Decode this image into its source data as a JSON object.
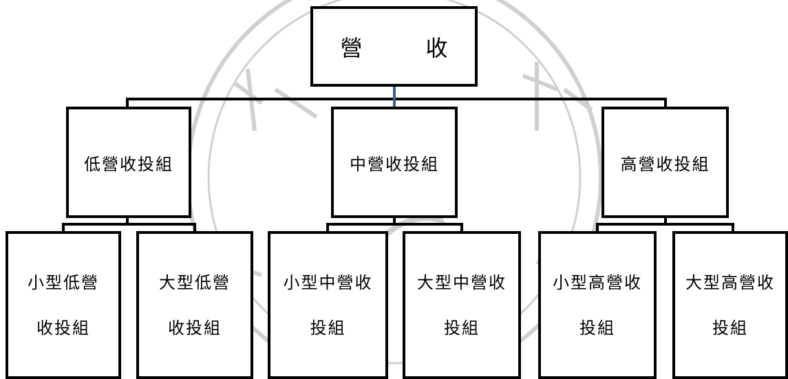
{
  "colors": {
    "border": "#000000",
    "connector": "#000000",
    "root_connector": "#3b5f8f",
    "watermark": "#c8c8c8"
  },
  "watermark": {
    "kind": "university-seal"
  },
  "root": {
    "label_left": "營",
    "label_right": "收"
  },
  "groups": [
    {
      "label": "低營收投組",
      "children": [
        {
          "line1": "小型低營",
          "line2": "收投組"
        },
        {
          "line1": "大型低營",
          "line2": "收投組"
        }
      ]
    },
    {
      "label": "中營收投組",
      "children": [
        {
          "line1": "小型中營收",
          "line2": "投組"
        },
        {
          "line1": "大型中營收",
          "line2": "投組"
        }
      ]
    },
    {
      "label": "高營收投組",
      "children": [
        {
          "line1": "小型高營收",
          "line2": "投組"
        },
        {
          "line1": "大型高營收",
          "line2": "投組"
        }
      ]
    }
  ]
}
